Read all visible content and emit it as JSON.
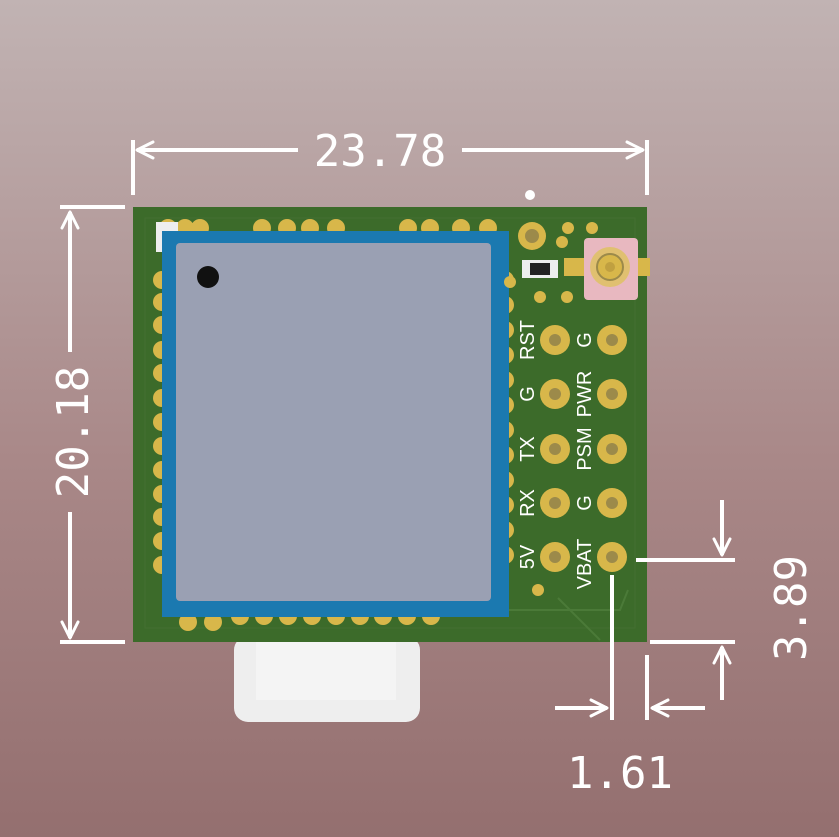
{
  "dimensions": {
    "width": "23.78",
    "height": "20.18",
    "pin_offset_y": "3.89",
    "pin_offset_x": "1.61"
  },
  "pins_left": [
    "RST",
    "G",
    "TX",
    "RX",
    "5V"
  ],
  "pins_right": [
    "G",
    "PWR",
    "PSM",
    "G",
    "VBAT"
  ],
  "colors": {
    "background_top": "#c1b3b3",
    "background_bottom": "#946f6f",
    "pcb": "#3c6b2a",
    "module_frame": "#1b79b0",
    "module_shield": "#9aa0b3",
    "pad_gold": "#d8b74a",
    "dimension_lines": "#ffffff",
    "connector_pink": "#e8b8c0",
    "battery_plug": "#eeeeee"
  },
  "icons": {
    "ufl_connector": "ufl-antenna-connector-icon",
    "smd_component": "smd-resistor-icon",
    "pin1_marker": "pin1-dot-icon"
  }
}
